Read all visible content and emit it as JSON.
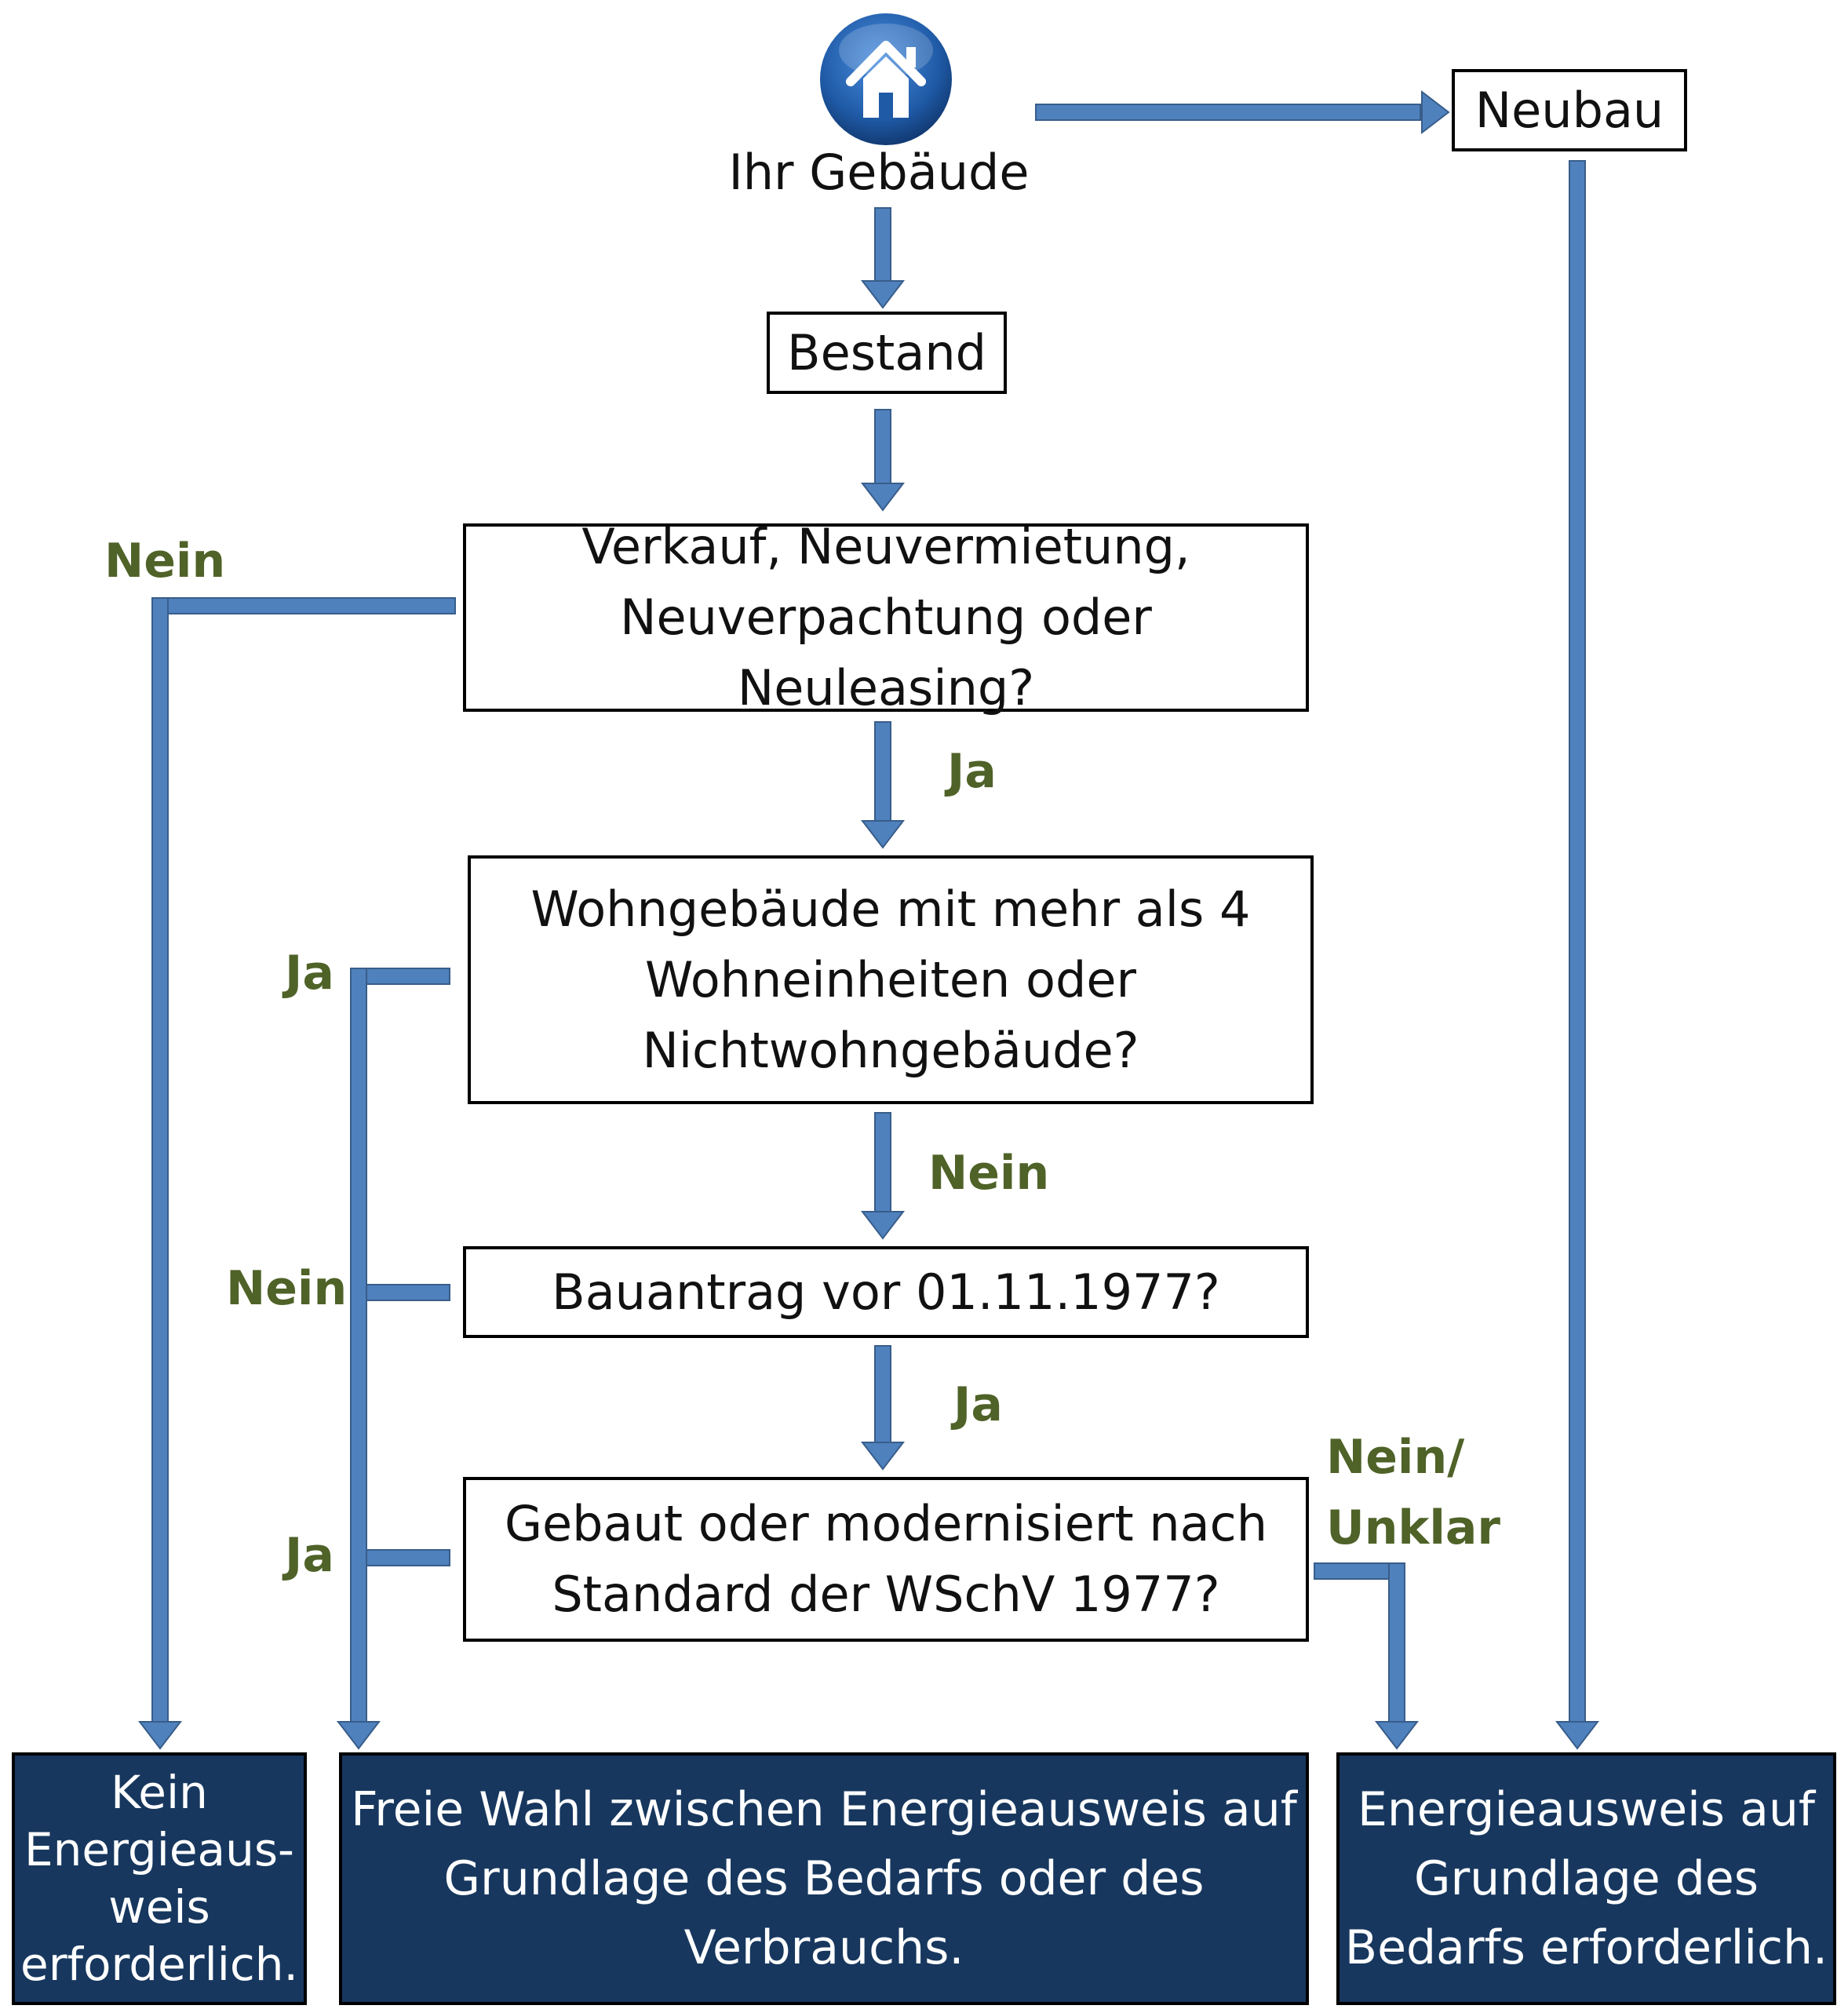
{
  "start": {
    "icon": "house-icon",
    "label": "Ihr Gebäude"
  },
  "nodes": {
    "neubau": "Neubau",
    "bestand": "Bestand",
    "q1": "Verkauf, Neuvermietung,\nNeuverpachtung oder Neuleasing?",
    "q2": "Wohngebäude mit mehr als 4\nWohneinheiten oder\nNichtwohngebäude?",
    "q3": "Bauantrag vor 01.11.1977?",
    "q4": "Gebaut oder modernisiert nach\nStandard der WSchV 1977?"
  },
  "outcomes": {
    "none": "Kein\nEnergieaus-\nweis\nerforderlich.",
    "free": "Freie Wahl zwischen Energieausweis auf\nGrundlage des Bedarfs oder des\nVerbrauchs.",
    "demand": "Energieausweis auf\nGrundlage des\nBedarfs erforderlich."
  },
  "labels": {
    "q1_no": "Nein",
    "q1_yes": "Ja",
    "q2_yes": "Ja",
    "q2_no": "Nein",
    "q3_no": "Nein",
    "q3_yes": "Ja",
    "q4_yes": "Ja",
    "q4_no": "Nein/\nUnklar"
  },
  "colors": {
    "arrow": "#4f81bd",
    "arrow_border": "#385d8a",
    "label": "#4f6228",
    "outcome_bg": "#17375e",
    "icon_bg": "#1f5aa6"
  }
}
